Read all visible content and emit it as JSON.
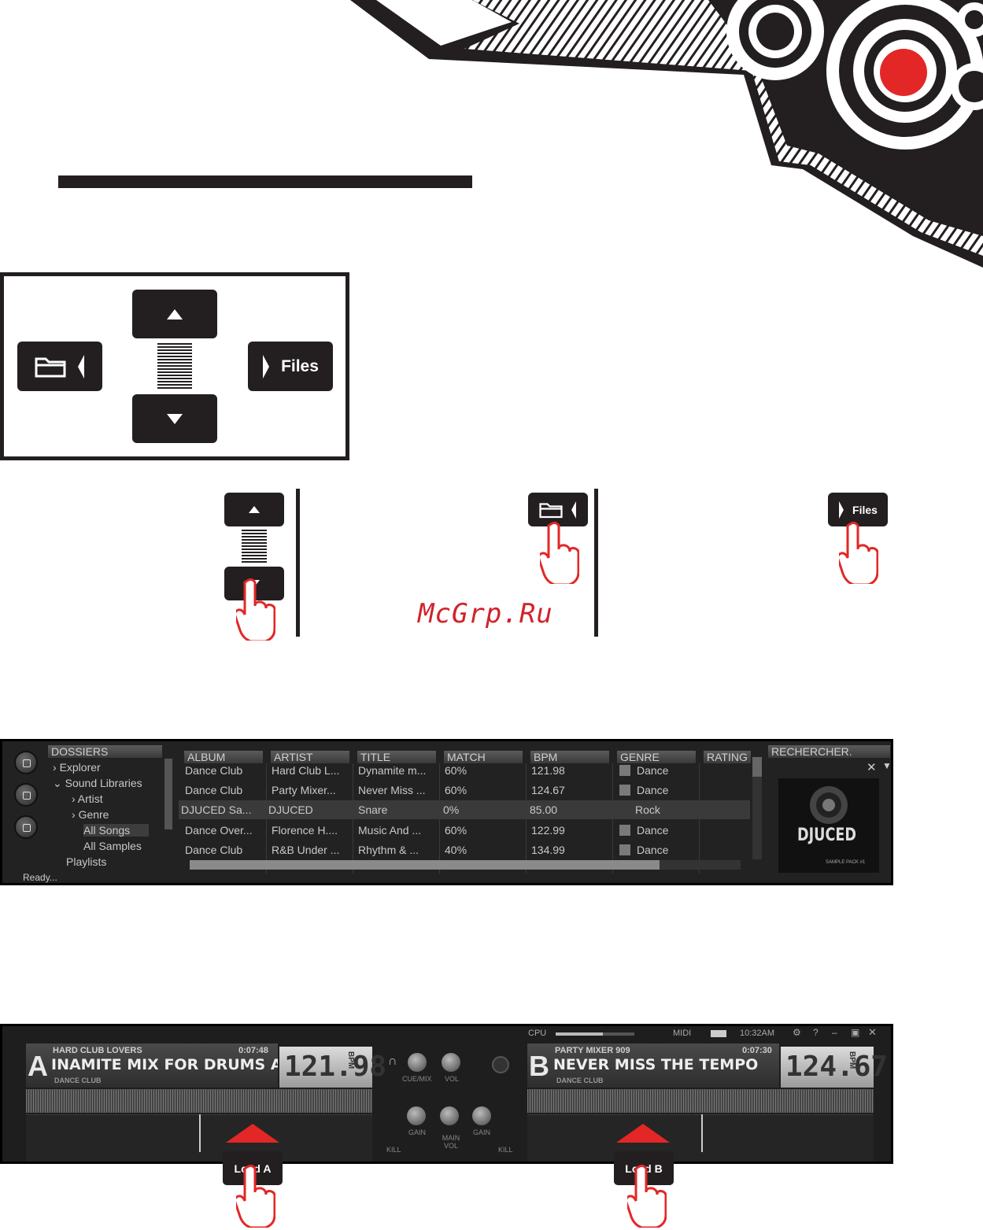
{
  "controller": {
    "up_icon": "triangle-up",
    "down_icon": "triangle-down",
    "folder_icon": "folder-icon",
    "files_label": "Files"
  },
  "steps": {
    "files_label": "Files"
  },
  "watermark": "McGrp.Ru",
  "browser": {
    "folders_header": "DOSSIERS",
    "tree": [
      "Explorer",
      "Sound Libraries",
      "Artist",
      "Genre",
      "All Songs",
      "All Samples",
      "Playlists"
    ],
    "status": "Ready...",
    "search_header": "RECHERCHER.",
    "logo_text": "DJUCED",
    "logo_sub": "SAMPLE PACK #1",
    "columns": [
      "ALBUM",
      "ARTIST",
      "TITLE",
      "MATCH",
      "BPM",
      "GENRE",
      "RATING"
    ],
    "rows": [
      {
        "album": "Dance Club",
        "artist": "Hard Club L...",
        "title": "Dynamite m...",
        "match": "60%",
        "bpm": "121.98",
        "genre": "Dance"
      },
      {
        "album": "Dance Club",
        "artist": "Party Mixer...",
        "title": "Never Miss ...",
        "match": "60%",
        "bpm": "124.67",
        "genre": "Dance"
      },
      {
        "album": "DJUCED Sa...",
        "artist": "DJUCED",
        "title": "Snare",
        "match": "0%",
        "bpm": "85.00",
        "genre": "Rock"
      },
      {
        "album": "Dance Over...",
        "artist": "Florence H....",
        "title": "Music And ...",
        "match": "60%",
        "bpm": "122.99",
        "genre": "Dance"
      },
      {
        "album": "Dance Club",
        "artist": "R&B Under ...",
        "title": "Rhythm & ...",
        "match": "40%",
        "bpm": "134.99",
        "genre": "Dance"
      }
    ]
  },
  "decks": {
    "topbar": {
      "cpu": "CPU",
      "midi": "MIDI",
      "time": "10:32AM"
    },
    "a": {
      "letter": "A",
      "artist": "HARD CLUB LOVERS",
      "time": "0:07:48",
      "title": "INAMITE MIX FOR DRUMS A",
      "genre": "DANCE CLUB",
      "bpm": "121.98",
      "bpm_unit": "BPM"
    },
    "b": {
      "letter": "B",
      "artist": "PARTY MIXER 909",
      "time": "0:07:30",
      "title": "NEVER MISS THE TEMPO",
      "genre": "DANCE CLUB",
      "bpm": "124.67",
      "bpm_unit": "BPM"
    },
    "mixer": {
      "cuemix": "CUE/MIX",
      "vol": "VOL",
      "gain_l": "GAIN",
      "main_vol": "MAIN VOL",
      "gain_r": "GAIN",
      "kill_l": "KILL",
      "kill_r": "KILL"
    }
  },
  "load": {
    "a": "Load A",
    "b": "Load B"
  },
  "colors": {
    "ink": "#231f20",
    "accent_red": "#e32726"
  }
}
